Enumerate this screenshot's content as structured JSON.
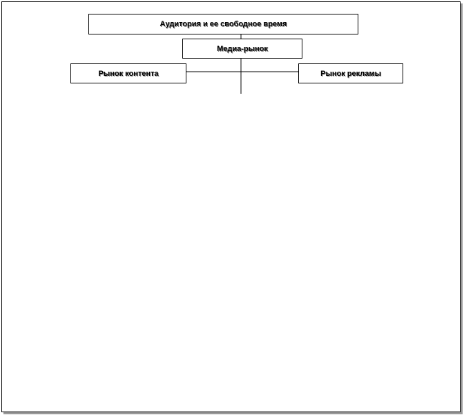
{
  "diagram": {
    "nodes": {
      "audience": {
        "label": "Аудитория и ее свободное время"
      },
      "media_market": {
        "label": "Медиа-рынок"
      },
      "content_market": {
        "label": "Рынок контента"
      },
      "ad_market": {
        "label": "Рынок рекламы"
      }
    },
    "edges": [
      {
        "from": "audience",
        "to": "media_market"
      },
      {
        "from": "media_market",
        "to": "content_market"
      },
      {
        "from": "media_market",
        "to": "ad_market"
      }
    ]
  }
}
